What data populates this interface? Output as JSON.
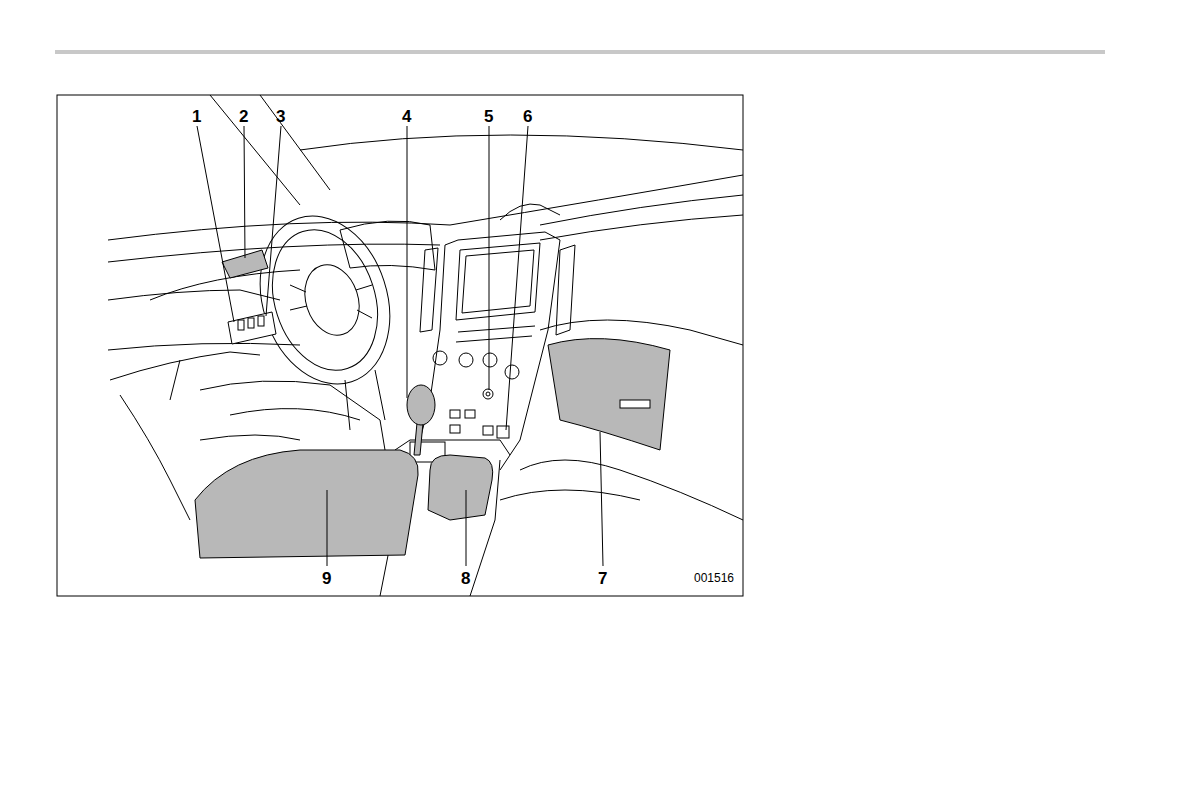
{
  "diagram": {
    "labels": [
      "1",
      "2",
      "3",
      "4",
      "5",
      "6",
      "7",
      "8",
      "9",
      "001516"
    ]
  }
}
